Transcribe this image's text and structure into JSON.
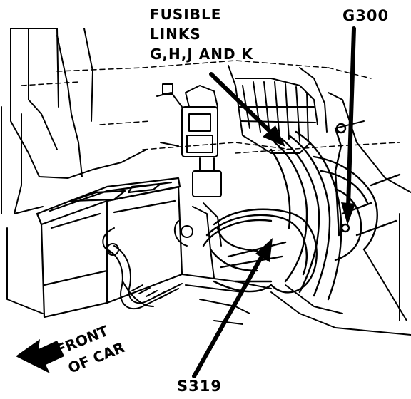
{
  "callouts": {
    "fusible_links": [
      "FUSIBLE",
      "LINKS",
      "G,H,J AND K"
    ],
    "ground": "G300",
    "splice": "S319",
    "direction": [
      "FRONT",
      "OF CAR"
    ]
  },
  "colors": {
    "ink": "#000000",
    "paper": "#ffffff"
  }
}
